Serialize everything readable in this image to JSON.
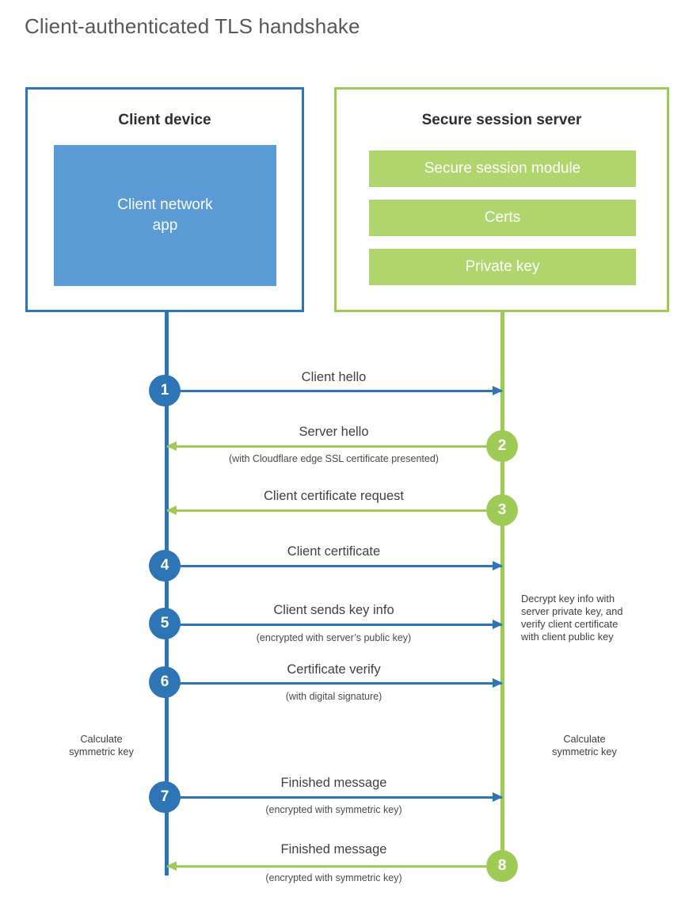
{
  "title": "Client-authenticated TLS handshake",
  "colors": {
    "client_blue": "#2E75B6",
    "client_app_blue": "#5B9BD5",
    "server_green": "#9DCB55",
    "server_bar_green": "#B0D56D",
    "text_gray": "#3F3F3F",
    "title_gray": "#585858"
  },
  "client_box": {
    "title": "Client device",
    "app_label": "Client network\napp",
    "app_label_line1": "Client network",
    "app_label_line2": "app"
  },
  "server_box": {
    "title": "Secure session server",
    "bars": [
      {
        "label": "Secure session module"
      },
      {
        "label": "Certs"
      },
      {
        "label": "Private key"
      }
    ]
  },
  "steps": [
    {
      "number": "1",
      "origin": "client",
      "direction": "to-server",
      "label": "Client hello",
      "sublabel": ""
    },
    {
      "number": "2",
      "origin": "server",
      "direction": "to-client",
      "label": "Server hello",
      "sublabel": "(with Cloudflare edge SSL certificate presented)"
    },
    {
      "number": "3",
      "origin": "server",
      "direction": "to-client",
      "label": "Client certificate request",
      "sublabel": ""
    },
    {
      "number": "4",
      "origin": "client",
      "direction": "to-server",
      "label": "Client certificate",
      "sublabel": ""
    },
    {
      "number": "5",
      "origin": "client",
      "direction": "to-server",
      "label": "Client sends key info",
      "sublabel": "(encrypted with server’s public key)"
    },
    {
      "number": "6",
      "origin": "client",
      "direction": "to-server",
      "label": "Certificate verify",
      "sublabel": "(with digital signature)"
    },
    {
      "number": "7",
      "origin": "client",
      "direction": "to-server",
      "label": "Finished message",
      "sublabel": "(encrypted with symmetric key)"
    },
    {
      "number": "8",
      "origin": "server",
      "direction": "to-client",
      "label": "Finished message",
      "sublabel": "(encrypted with symmetric key)"
    }
  ],
  "notes": {
    "decrypt_note": "Decrypt key info with server private key, and verify client certificate with client public key",
    "decrypt_note_lines": [
      "Decrypt key info with",
      "server private key, and",
      "verify client certificate",
      "with client public key"
    ],
    "client_calc": "Calculate symmetric key",
    "client_calc_lines": [
      "Calculate",
      "symmetric key"
    ],
    "server_calc": "Calculate symmetric key",
    "server_calc_lines": [
      "Calculate",
      "symmetric key"
    ]
  }
}
